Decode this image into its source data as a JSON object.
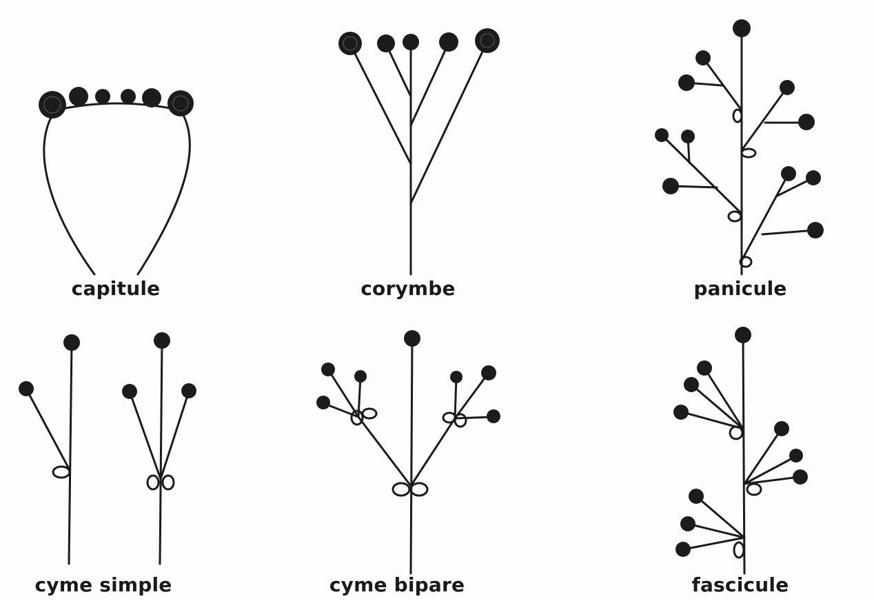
{
  "labels": {
    "capitule": "capitule",
    "corymbe": "corymbe",
    "panicule": "panicule",
    "cyme_simple": "cyme simple",
    "cyme_bipare": "cyme bipare",
    "fascicule": "fascicule"
  },
  "colors": {
    "ink": "#1b1b1b",
    "background": "#fdfdfd"
  }
}
